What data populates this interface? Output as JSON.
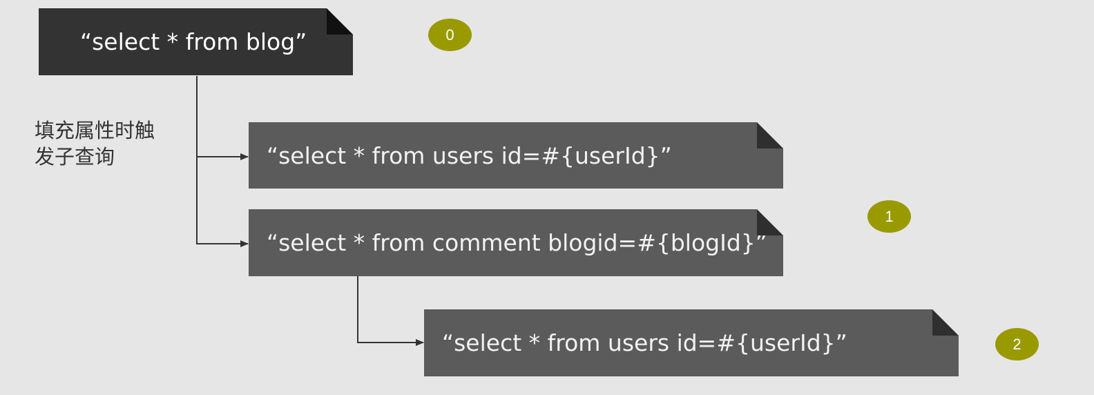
{
  "nodes": {
    "root": {
      "text": "“select * from blog”",
      "order": "0"
    },
    "users_query_1": {
      "text": "“select * from users id=#{userId}”"
    },
    "comment_query": {
      "text": "“select * from comment blogid=#{blogId}”",
      "order": "1"
    },
    "users_query_2": {
      "text": "“select * from users id=#{userId}”",
      "order": "2"
    }
  },
  "annotation": "填充属性时触发子查询",
  "colors": {
    "background": "#e6e6e6",
    "root_note": "#333333",
    "sub_note": "#5b5b5b",
    "badge": "#999a00",
    "connector": "#333333"
  },
  "edges": [
    {
      "from": "root",
      "to": "users_query_1"
    },
    {
      "from": "root",
      "to": "comment_query"
    },
    {
      "from": "comment_query",
      "to": "users_query_2"
    }
  ]
}
